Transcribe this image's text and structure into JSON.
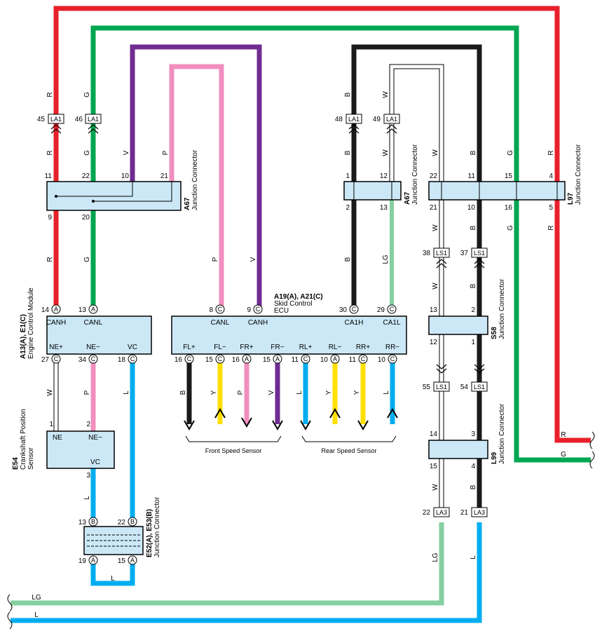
{
  "colors": {
    "R": "#e8202a",
    "G": "#00a651",
    "V": "#6f2c91",
    "P": "#f08fbe",
    "B": "#1a1a1a",
    "W": "#ffffff",
    "LG": "#86cfa0",
    "L": "#00aeef",
    "Y": "#ffe000",
    "box_fill": "#cce8f7"
  },
  "components": {
    "a67_left_id": "A67",
    "a67_left_title": "Junction Connector",
    "a67_right_id": "A67",
    "a67_right_title": "Junction Connector",
    "l97_id": "L97",
    "l97_title": "Junction Connector",
    "ecm_id": "A13(A), E1(C)",
    "ecm_title": "Engine Control Module",
    "skid_id": "A19(A), A21(C)",
    "skid_title1": "Skid Control",
    "skid_title2": "ECU",
    "s58_id": "S58",
    "s58_title": "Junction Connector",
    "e54_id": "E54",
    "e54_title1": "Crankshaft Position",
    "e54_title2": "Sensor",
    "l99_id": "L99",
    "l99_title": "Junction Connector",
    "e52_id": "E52(A), E53(B)",
    "e52_title": "Junction Connector"
  },
  "connector_tags": {
    "la1": "LA1",
    "ls1": "LS1",
    "la3": "LA3"
  },
  "pin_numbers": {
    "t45": "45",
    "t46": "46",
    "t48": "48",
    "t49": "49",
    "a67l_11": "11",
    "a67l_22": "22",
    "a67l_10": "10",
    "a67l_21": "21",
    "a67l_9": "9",
    "a67l_20": "20",
    "a67r_1": "1",
    "a67r_12": "12",
    "a67r_2": "2",
    "a67r_13": "13",
    "l97_22": "22",
    "l97_11": "11",
    "l97_15": "15",
    "l97_4": "4",
    "l97_21": "21",
    "l97_10": "10",
    "l97_16": "16",
    "l97_5": "5",
    "t38": "38",
    "t37": "37",
    "ecm_14": "14",
    "ecm_13": "13",
    "ecm_27": "27",
    "ecm_34": "34",
    "ecm_18": "18",
    "skid_8": "8",
    "skid_9": "9",
    "skid_30": "30",
    "skid_29": "29",
    "skid_16a": "16",
    "skid_15a": "15",
    "skid_16b": "16",
    "skid_15b": "15",
    "skid_11a": "11",
    "skid_10a": "10",
    "skid_11b": "11",
    "skid_10b": "10",
    "s58_13": "13",
    "s58_2": "2",
    "s58_12": "12",
    "s58_1": "1",
    "t55": "55",
    "t54": "54",
    "l99_14": "14",
    "l99_3": "3",
    "l99_15": "15",
    "l99_4": "4",
    "e54_1": "1",
    "e54_2": "2",
    "e54_3": "3",
    "e52_13": "13",
    "e52_22": "22",
    "e52_19": "19",
    "e52_15": "15",
    "t22": "22",
    "t21": "21"
  },
  "pin_letters": {
    "A": "A",
    "B": "B",
    "C": "C"
  },
  "terminal_names": {
    "canh": "CANH",
    "canl": "CANL",
    "ne_plus": "NE+",
    "ne_minus": "NE−",
    "vc": "VC",
    "skid_canl": "CANL",
    "skid_canh": "CANH",
    "ca1h": "CA1H",
    "ca1l": "CA1L",
    "fl_plus": "FL+",
    "fl_minus": "FL−",
    "fr_plus": "FR+",
    "fr_minus": "FR−",
    "rl_plus": "RL+",
    "rl_minus": "RL−",
    "rr_plus": "RR+",
    "rr_minus": "RR−",
    "e54_ne": "NE",
    "e54_ne_minus": "NE−",
    "e54_vc": "VC"
  },
  "wire_labels": {
    "R": "R",
    "G": "G",
    "V": "V",
    "P": "P",
    "B": "B",
    "W": "W",
    "LG": "LG",
    "L": "L",
    "Y": "Y"
  },
  "sensors": {
    "front": "Front Speed Sensor",
    "rear": "Rear Speed Sensor"
  }
}
